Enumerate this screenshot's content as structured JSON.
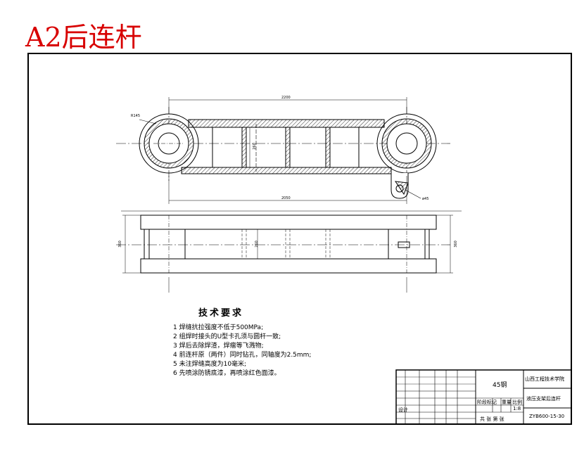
{
  "sheet_label": "A2后连杆",
  "notes": {
    "title": "技术要求",
    "items": [
      "1 焊缝抗拉强度不低于500MPa;",
      "2 组焊时接头的U型卡孔须与圆杆一致;",
      "3 焊后去除焊渣，焊瘤等飞溅物;",
      "4 前连杆原（两件）同时钻孔，同轴度为2.5mm;",
      "5 未注焊缝高度为10毫米;",
      "6 先喷涂防锈底漆，再喷涂红色面漆。"
    ]
  },
  "title_block": {
    "material": "45钢",
    "company": "山西工程技术学院",
    "part_name": "液压支架后连杆",
    "drawing_no": "ZYB600-15-30",
    "scale": "1:8",
    "stage_label": "阶段标记",
    "weight_label": "重量",
    "scale_label": "比例",
    "designer": "设计",
    "sheet_info": "共 张 第 张"
  },
  "dimensions": {
    "top_length": "2200",
    "lower_length": "2050",
    "radius_note": "R145",
    "hole_note": "ø45",
    "left_height": "360",
    "right_height": "360",
    "mid_height": "260",
    "center_mark": "260"
  }
}
